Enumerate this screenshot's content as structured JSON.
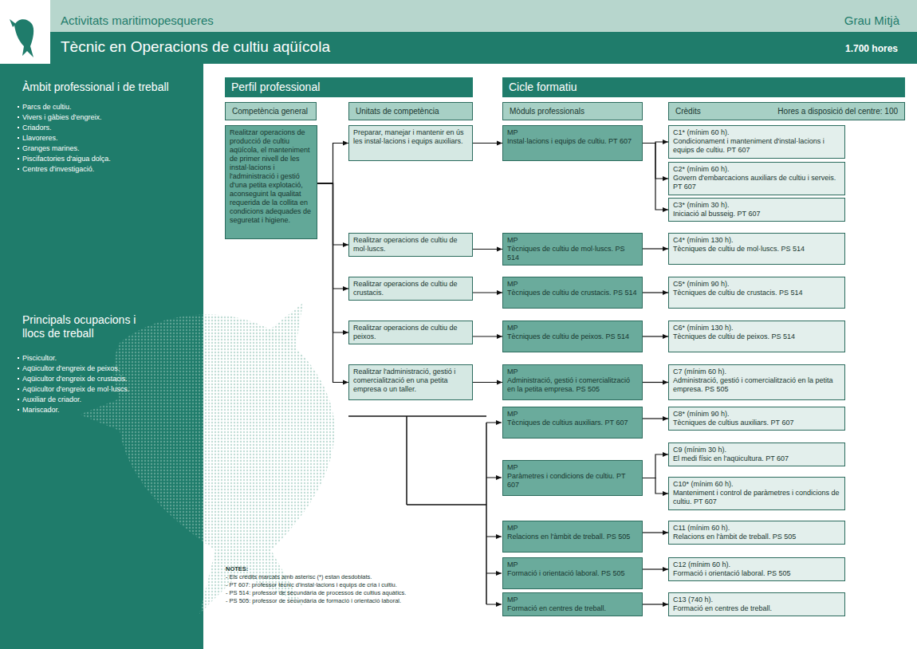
{
  "diagram": {
    "title": "Tècnic en Operacions de cultiu aqüícola",
    "nodes": [
      {
        "text": [
          "Perfil professional"
        ]
      },
      {
        "text": [
          "Cicle formatiu"
        ]
      },
      {
        "text": [
          "Competència general"
        ]
      },
      {
        "text": [
          "Unitats de competència"
        ]
      },
      {
        "text": [
          "Mòduls professionals"
        ]
      },
      {
        "text": [
          "Crèdits",
          "Hores a disposició del centre: 100"
        ]
      },
      {
        "text": [
          "Realitzar operacions de producció de cultiu aqüícola, el manteniment de primer nivell de les instal·lacions i l'administració i gestió d'una petita explotació, aconseguint la qualitat requerida de la collita en condicions adequades de seguretat i higiene."
        ]
      },
      {
        "text": [
          "Preparar, manejar i mantenir en ús les instal·lacions i equips auxiliars."
        ]
      },
      {
        "text": [
          "Realitzar operacions de cultiu de mol·luscs."
        ]
      },
      {
        "text": [
          "Realitzar operacions de cultiu de crustacis."
        ]
      },
      {
        "text": [
          "Realitzar operacions de cultiu de peixos."
        ]
      },
      {
        "text": [
          "Realitzar l'administració, gestió i comercialització en una petita empresa o un taller."
        ]
      },
      {
        "text": [
          "MP",
          "Instal·lacions i equips de cultiu. PT 607"
        ]
      },
      {
        "text": [
          "MP",
          "Tècniques de cultiu de mol·luscs. PS 514"
        ]
      },
      {
        "text": [
          "MP",
          "Tècniques de cultiu de crustacis. PS 514"
        ]
      },
      {
        "text": [
          "MP",
          "Tècniques de cultiu de peixos. PS 514"
        ]
      },
      {
        "text": [
          "MP",
          "Administració, gestió i comercialització en la petita empresa. PS 505"
        ]
      },
      {
        "text": [
          "MP",
          "Tècniques de cultius auxiliars. PT 607"
        ]
      },
      {
        "text": [
          "MP",
          "Paràmetres i condicions de cultiu. PT 607"
        ]
      },
      {
        "text": [
          "MP",
          "Relacions en l'àmbit de treball. PS 505"
        ]
      },
      {
        "text": [
          "MP",
          "Formació i orientació laboral. PS 505"
        ]
      },
      {
        "text": [
          "MP",
          "Formació en centres de treball."
        ]
      },
      {
        "text": [
          "C1* (mínim 60 h).",
          "Condicionament i manteniment d'instal·lacions i equips de cultiu. PT 607"
        ]
      },
      {
        "text": [
          "C2* (mínim 60 h).",
          "Govern d'embarcacions auxiliars de cultiu i serveis. PT 607"
        ]
      },
      {
        "text": [
          "C3* (mínim 30 h).",
          "Iniciació al busseig. PT 607"
        ]
      },
      {
        "text": [
          "C4* (mínim 130 h).",
          "Tècniques de cultiu de mol·luscs. PS 514"
        ]
      },
      {
        "text": [
          "C5* (mínim 90 h).",
          "Tècniques de cultiu de crustacis. PS 514"
        ]
      },
      {
        "text": [
          "C6* (mínim 130 h).",
          "Tècniques de cultiu de peixos. PS 514"
        ]
      },
      {
        "text": [
          "C7 (mínim 60 h).",
          "Administració, gestió i comercialització en la petita empresa. PS 505"
        ]
      },
      {
        "text": [
          "C8* (mínim 90 h).",
          "Tècniques de cultius auxiliars. PT 607"
        ]
      },
      {
        "text": [
          "C9 (mínim 30 h).",
          "El medi físic en l'aqüicultura. PT 607"
        ]
      },
      {
        "text": [
          "C10* (mínim 60 h).",
          "Manteniment i control de paràmetres i condicions de cultiu. PT 607"
        ]
      },
      {
        "text": [
          "C11 (mínim 60 h).",
          "Relacions en l'àmbit de treball. PS 505"
        ]
      },
      {
        "text": [
          "C12 (mínim 60 h).",
          "Formació i orientació laboral. PS 505"
        ]
      },
      {
        "text": [
          "C13 (740 h).",
          "Formació en centres de treball."
        ]
      }
    ],
    "edges": [
      {
        "from": 6,
        "to": 7,
        "arrow": "to"
      },
      {
        "from": 6,
        "to": 8,
        "arrow": "to"
      },
      {
        "from": 6,
        "to": 9,
        "arrow": "to"
      },
      {
        "from": 6,
        "to": 10,
        "arrow": "to"
      },
      {
        "from": 6,
        "to": 11,
        "arrow": "to"
      },
      {
        "from": 7,
        "to": 12,
        "arrow": "to"
      },
      {
        "from": 8,
        "to": 13,
        "arrow": "to"
      },
      {
        "from": 9,
        "to": 14,
        "arrow": "to"
      },
      {
        "from": 10,
        "to": 15,
        "arrow": "to"
      },
      {
        "from": 11,
        "to": 16,
        "arrow": "to"
      },
      {
        "from": 12,
        "to": 22,
        "arrow": "to"
      },
      {
        "from": 12,
        "to": 23,
        "arrow": "to"
      },
      {
        "from": 12,
        "to": 24,
        "arrow": "to"
      },
      {
        "from": 13,
        "to": 25,
        "arrow": "to"
      },
      {
        "from": 14,
        "to": 26,
        "arrow": "to"
      },
      {
        "from": 15,
        "to": 27,
        "arrow": "to"
      },
      {
        "from": 16,
        "to": 28,
        "arrow": "to"
      },
      {
        "from": 17,
        "to": 29,
        "arrow": "to"
      },
      {
        "from": 18,
        "to": 30,
        "arrow": "to"
      },
      {
        "from": 18,
        "to": 31,
        "arrow": "to"
      },
      {
        "from": 19,
        "to": 32,
        "arrow": "to"
      },
      {
        "from": 20,
        "to": 33,
        "arrow": "to"
      },
      {
        "from": 21,
        "to": 34,
        "arrow": "to"
      }
    ],
    "labels": [
      "Activitats maritimopesqueres",
      "Grau Mitjà",
      "1.700 hores",
      "Àmbit professional i de treball",
      "Parcs de cultiu.",
      "Vivers i gàbies d'engreix.",
      "Criadors.",
      "Llavoreres.",
      "Granges marines.",
      "Piscifactories d'aigua dolça.",
      "Centres d'investigació.",
      "Principals ocupacions i llocs de treball",
      "Piscicultor.",
      "Aqüicultor d'engreix de peixos.",
      "Aqüicultor d'engreix de crustacis.",
      "Aqüicultor d'engreix de mol·luscs.",
      "Auxiliar de criador.",
      "Mariscador.",
      "NOTES:",
      "- Els crèdits marcats amb asterisc (*) estan desdoblats.",
      "- PT 607: professor tècnic d'instal·lacions i equips de cria i cultiu.",
      "- PS 514: professor de secundària de processos de cultius aquàtics.",
      "- PS 505: professor de secundària de formació i orientació laboral."
    ]
  }
}
